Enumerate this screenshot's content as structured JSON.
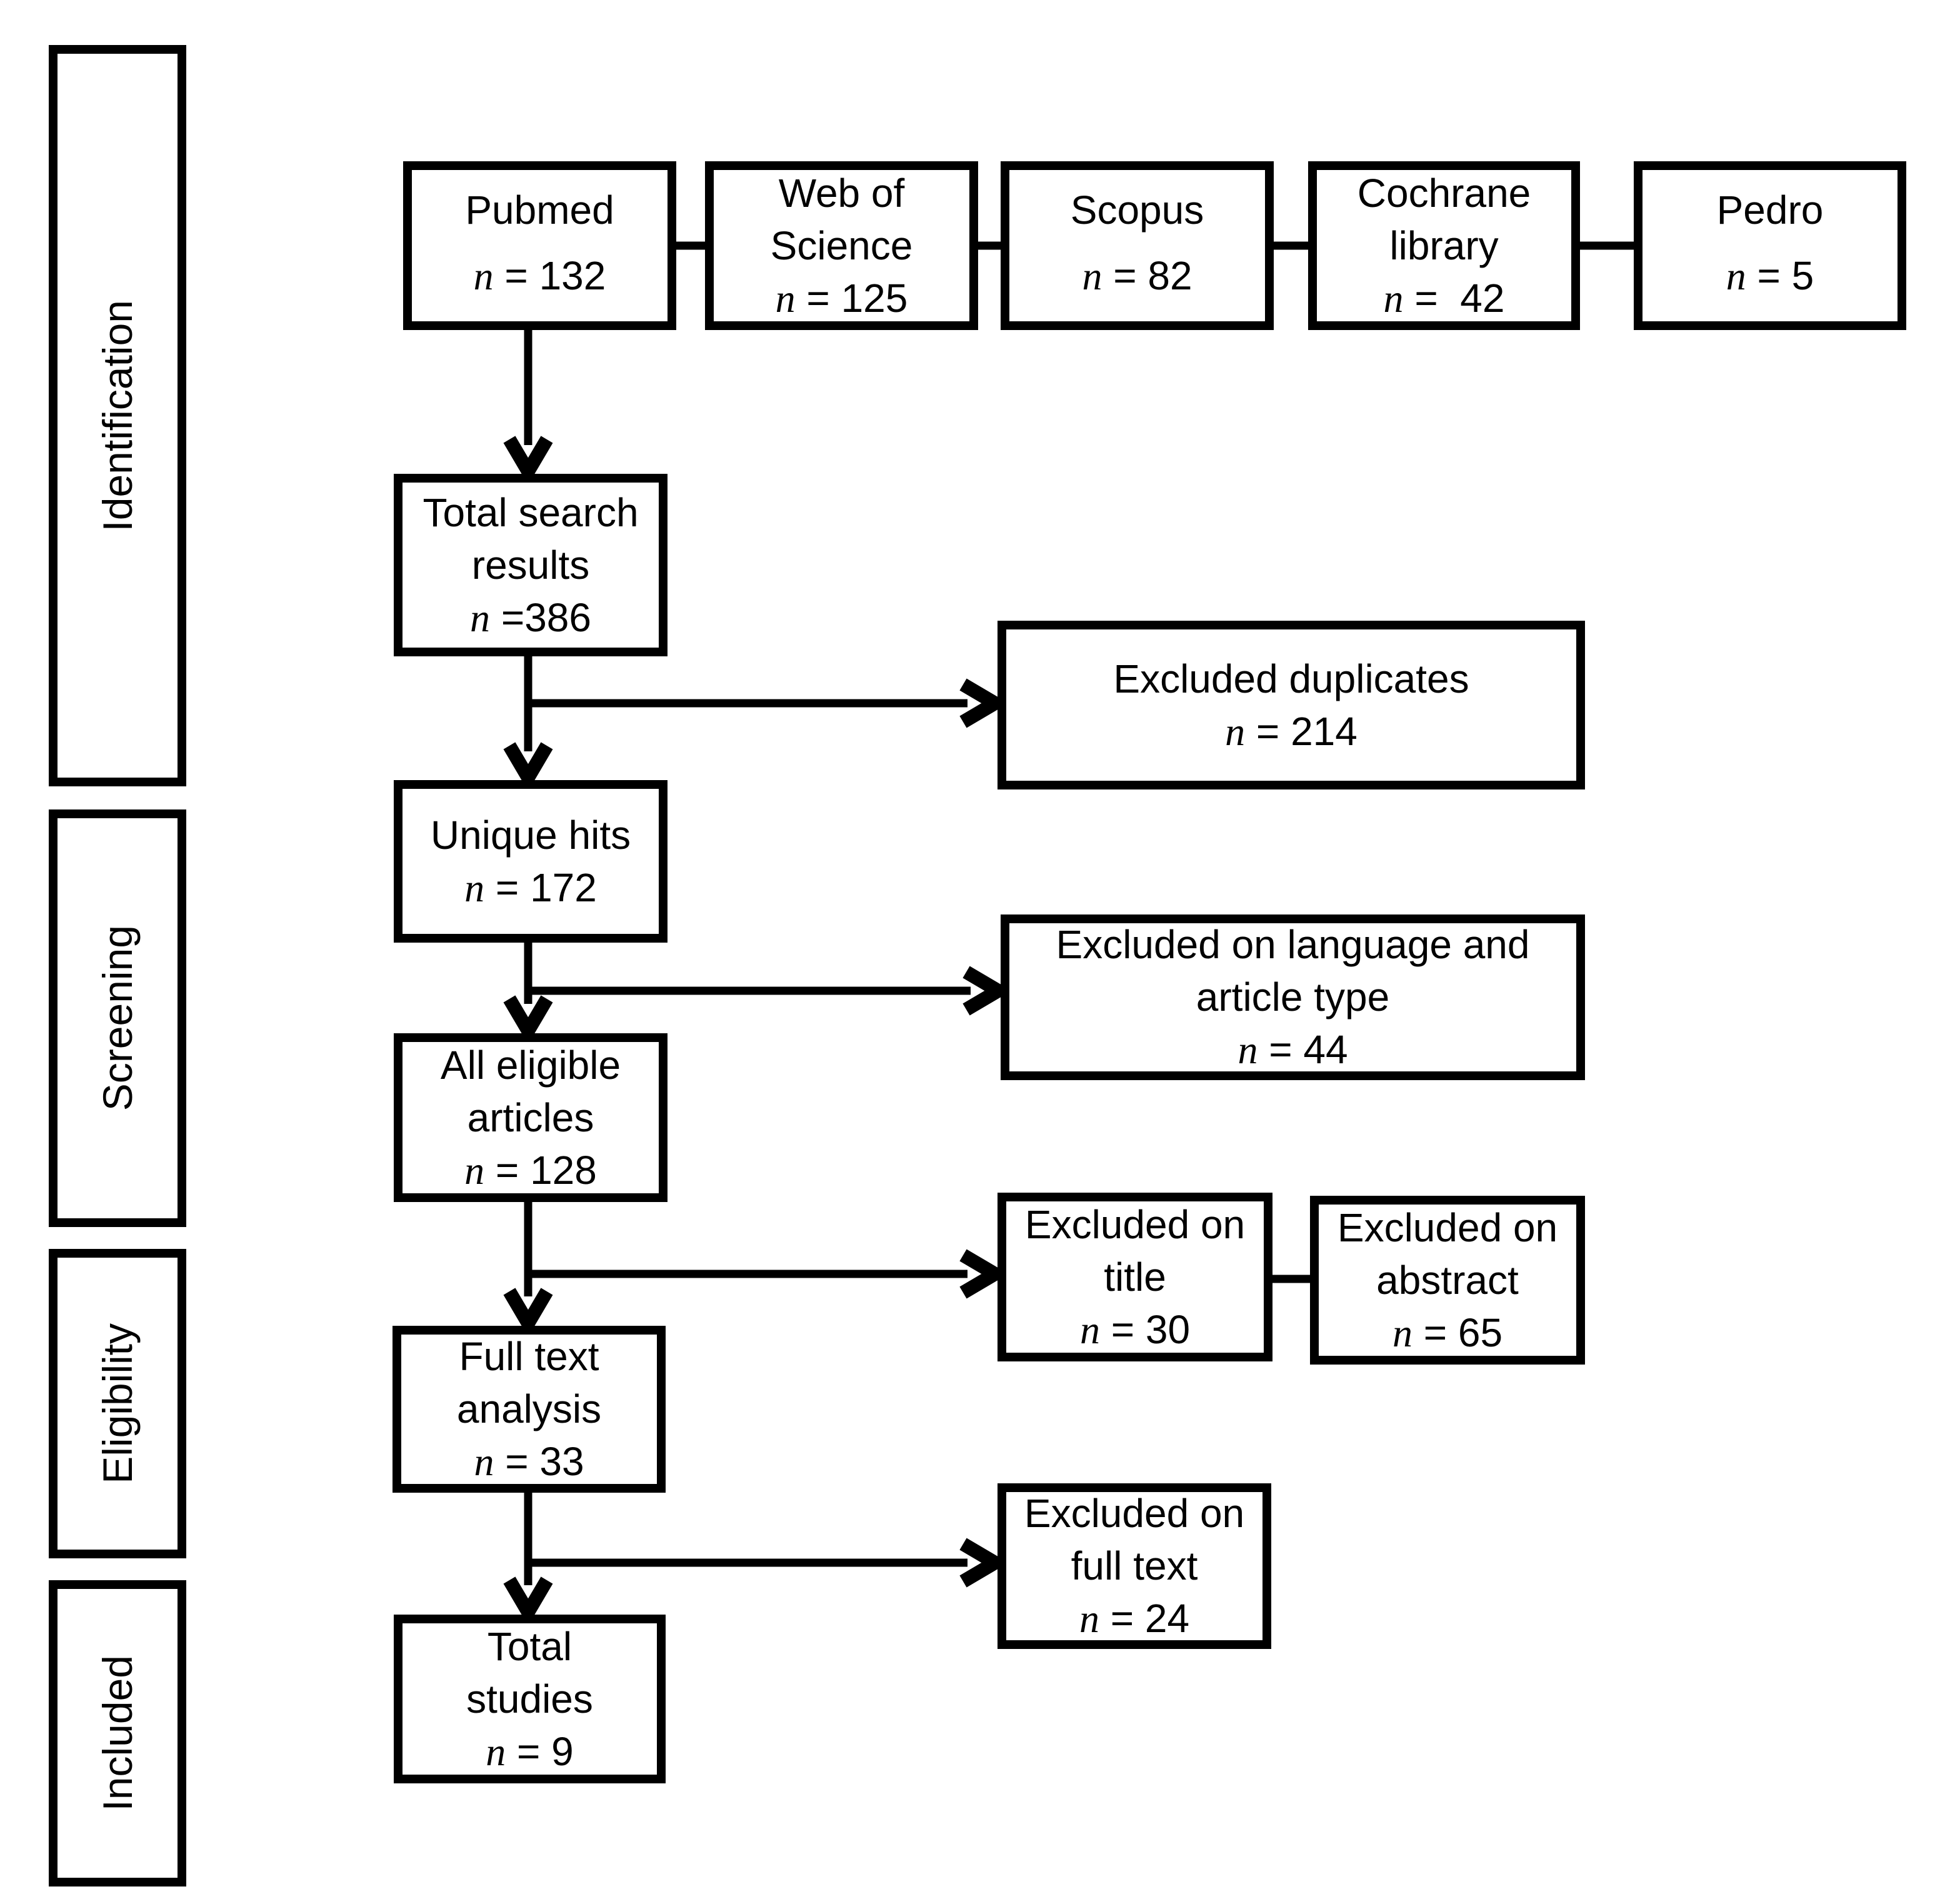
{
  "figure": {
    "kind": "prisma-flow-diagram"
  },
  "colors": {
    "ink": "#000000",
    "paper": "#ffffff"
  },
  "symbols": {
    "n": "n"
  },
  "stages": [
    {
      "label": "Identification"
    },
    {
      "label": "Screening"
    },
    {
      "label": "Eligibility"
    },
    {
      "label": "Included"
    }
  ],
  "sources": [
    {
      "name": "Pubmed",
      "title": "Pubmed",
      "count": " = 132",
      "value": 132
    },
    {
      "name": "Web of Science",
      "title": "Web of\nScience",
      "count": " = 125",
      "value": 125
    },
    {
      "name": "Scopus",
      "title": "Scopus",
      "count": " = 82",
      "value": 82
    },
    {
      "name": "Cochrane library",
      "title": "Cochrane\nlibrary",
      "count": " =  42",
      "value": 42
    },
    {
      "name": "Pedro",
      "title": "Pedro",
      "count": " = 5",
      "value": 5
    }
  ],
  "flow": [
    {
      "name": "Total search results",
      "title": "Total search\nresults",
      "count": " =386",
      "value": 386
    },
    {
      "name": "Unique hits",
      "title": "Unique hits",
      "count": " = 172",
      "value": 172
    },
    {
      "name": "All eligible articles",
      "title": "All eligible\narticles",
      "count": " = 128",
      "value": 128
    },
    {
      "name": "Full text analysis",
      "title": "Full text\nanalysis",
      "count": " = 33",
      "value": 33
    },
    {
      "name": "Total studies",
      "title": "Total\nstudies",
      "count": " = 9",
      "value": 9
    }
  ],
  "exclusions": [
    {
      "name": "Excluded duplicates",
      "title": "Excluded duplicates",
      "count": " = 214",
      "value": 214
    },
    {
      "name": "Excluded on language and article type",
      "title": "Excluded on language and\narticle type",
      "count": " = 44",
      "value": 44
    },
    {
      "name": "Excluded on title",
      "title": "Excluded on\ntitle",
      "count": " = 30",
      "value": 30
    },
    {
      "name": "Excluded on abstract",
      "title": "Excluded on\nabstract",
      "count": " = 65",
      "value": 65
    },
    {
      "name": "Excluded on full text",
      "title": "Excluded on\nfull text",
      "count": " = 24",
      "value": 24
    }
  ]
}
